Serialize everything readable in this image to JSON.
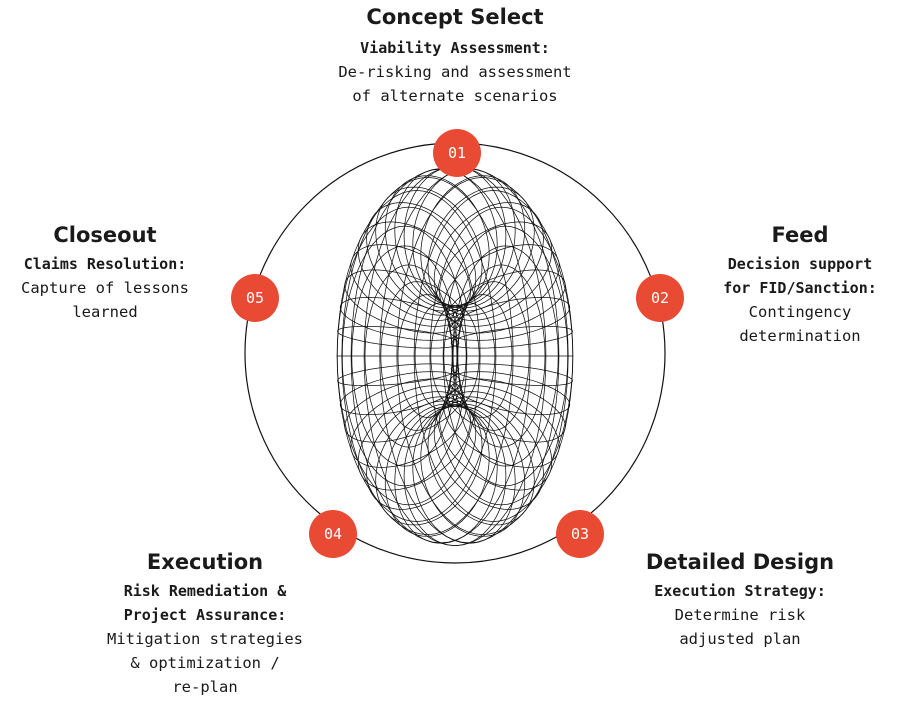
{
  "colors": {
    "accent": "#e84a33",
    "line": "#111111",
    "text": "#1a1a1a",
    "background": "#ffffff"
  },
  "center_graphic": "wireframe-torus",
  "stages": [
    {
      "number": "01",
      "title": "Concept Select",
      "subtitle_lines": [
        "Viability Assessment:"
      ],
      "desc_lines": [
        "De-risking and assessment",
        "of alternate scenarios"
      ]
    },
    {
      "number": "02",
      "title": "Feed",
      "subtitle_lines": [
        "Decision support",
        "for FID/Sanction:"
      ],
      "desc_lines": [
        "Contingency",
        "determination"
      ]
    },
    {
      "number": "03",
      "title": "Detailed Design",
      "subtitle_lines": [
        "Execution Strategy:"
      ],
      "desc_lines": [
        "Determine risk",
        "adjusted plan"
      ]
    },
    {
      "number": "04",
      "title": "Execution",
      "subtitle_lines": [
        "Risk Remediation &",
        "Project Assurance:"
      ],
      "desc_lines": [
        "Mitigation strategies",
        "& optimization /",
        "re-plan"
      ]
    },
    {
      "number": "05",
      "title": "Closeout",
      "subtitle_lines": [
        "Claims Resolution:"
      ],
      "desc_lines": [
        "Capture of lessons",
        "learned"
      ]
    }
  ]
}
